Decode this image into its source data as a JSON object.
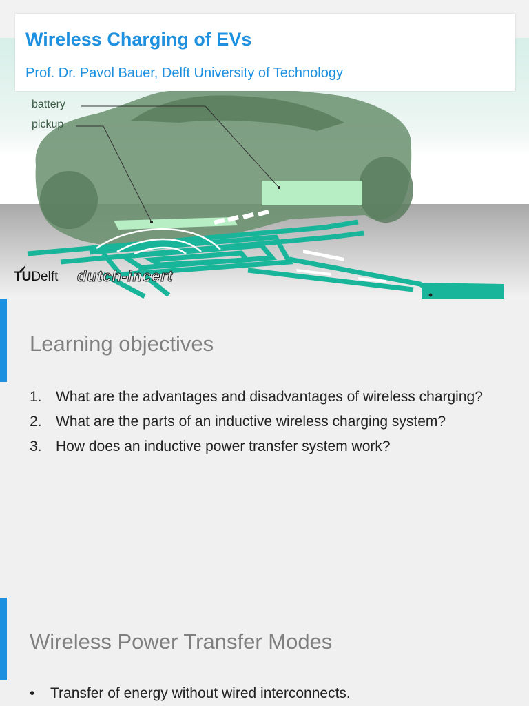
{
  "slide1": {
    "title": "Wireless Charging of EVs",
    "subtitle": "Prof. Dr. Pavol Bauer, Delft University of Technology",
    "labels": {
      "battery": "battery",
      "pickup": "pickup"
    },
    "logo_tu_bold": "TU",
    "logo_tu_rest": "Delft",
    "logo_dutch": "dutch-incert"
  },
  "slide2": {
    "heading": "Learning objectives",
    "objectives": [
      {
        "num": "1.",
        "text": "What are the advantages and disadvantages of wireless charging?"
      },
      {
        "num": "2.",
        "text": "What are the parts of an inductive wireless charging system?"
      },
      {
        "num": "3.",
        "text": "How does an inductive power transfer system work?"
      }
    ]
  },
  "slide3": {
    "heading": "Wireless Power Transfer Modes",
    "bullet": "Transfer of energy without wired interconnects.",
    "bullet_marker": "•"
  },
  "colors": {
    "accent": "#1e90e0",
    "car": "#6a8f6e",
    "coil": "#19b59a",
    "pad": "#b8eec4"
  },
  "icons": [
    "tu-delft-flame-icon"
  ]
}
